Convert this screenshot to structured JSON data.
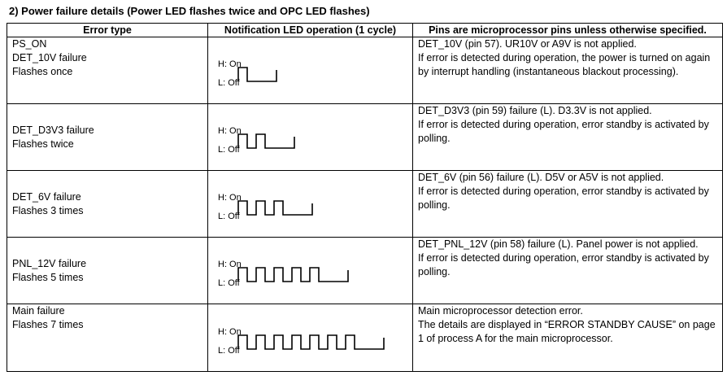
{
  "heading": "2) Power failure details (Power LED flashes twice and OPC LED flashes)",
  "columns": {
    "type": "Error type",
    "led": "Notification LED operation (1 cycle)",
    "desc": "Pins are microprocessor pins unless otherwise specified."
  },
  "led_labels": {
    "on": "H: On",
    "off": "L: Off"
  },
  "rows": [
    {
      "type_lines": [
        "PS_ON",
        "DET_10V failure",
        "Flashes once"
      ],
      "pulses": 1,
      "desc": [
        "DET_10V (pin 57). UR10V or A9V is not applied.",
        "If error is detected during operation, the power is turned on again by interrupt handling (instantaneous blackout processing)."
      ]
    },
    {
      "type_lines": [
        "DET_D3V3 failure",
        "Flashes twice"
      ],
      "pulses": 2,
      "desc": [
        "DET_D3V3 (pin 59) failure (L). D3.3V is not applied.",
        "If error is detected during operation, error standby is activated by polling."
      ]
    },
    {
      "type_lines": [
        "DET_6V failure",
        "Flashes 3 times"
      ],
      "pulses": 3,
      "desc": [
        "DET_6V (pin 56) failure (L). D5V or A5V is not applied.",
        "If error is detected during operation, error standby is activated by polling."
      ]
    },
    {
      "type_lines": [
        "PNL_12V failure",
        "Flashes 5 times"
      ],
      "pulses": 5,
      "desc": [
        "DET_PNL_12V (pin 58) failure (L). Panel power is not applied.",
        "If error is detected during operation, error standby is activated by polling."
      ]
    },
    {
      "type_lines": [
        "Main failure",
        "Flashes 7 times"
      ],
      "pulses": 7,
      "desc": [
        "Main microprocessor detection error.",
        "The details are displayed in “ERROR STANDBY CAUSE” on page 1 of process A for the main microprocessor."
      ]
    }
  ]
}
